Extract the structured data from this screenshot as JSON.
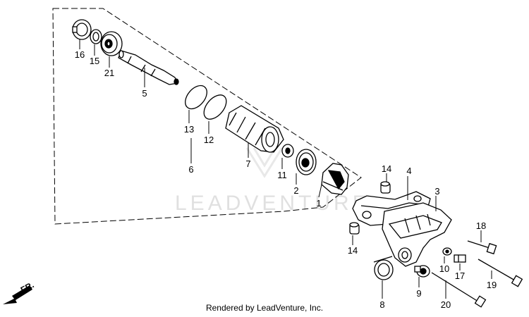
{
  "watermark": "LEADVENTURE",
  "footer": "Rendered by LeadVenture, Inc.",
  "direction_label": "FR.",
  "callouts": {
    "p16": "16",
    "p15": "15",
    "p21": "21",
    "p5": "5",
    "p13": "13",
    "p12": "12",
    "p6": "6",
    "p7": "7",
    "p11": "11",
    "p2": "2",
    "p1": "1",
    "p14a": "14",
    "p4": "4",
    "p3": "3",
    "p14b": "14",
    "p18": "18",
    "p10": "10",
    "p17": "17",
    "p19": "19",
    "p8": "8",
    "p9": "9",
    "p20": "20"
  },
  "icons": {
    "direction": "arrow-down-left-icon"
  }
}
